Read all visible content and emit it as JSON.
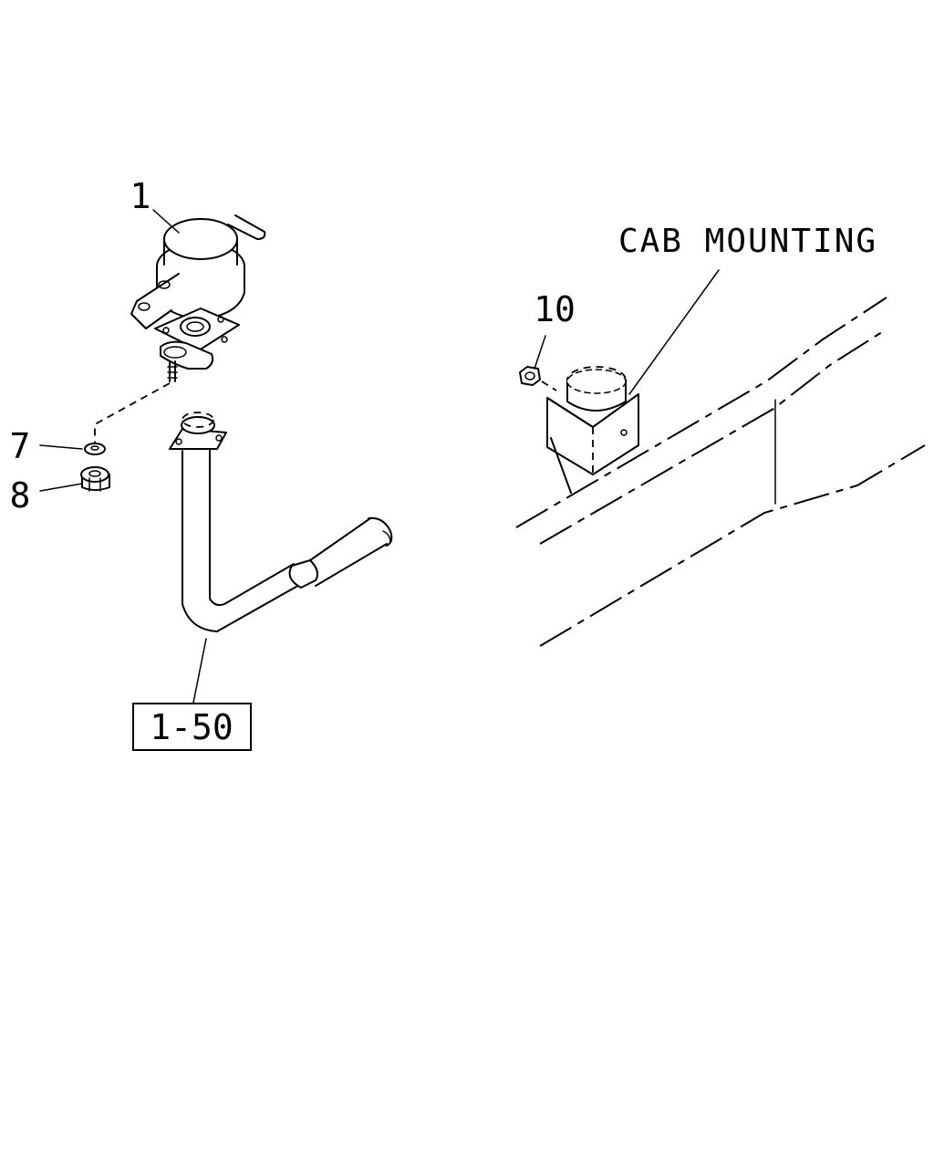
{
  "callouts": {
    "part_1": "1",
    "part_7": "7",
    "part_8": "8",
    "part_10": "10",
    "ref_box": "1-50",
    "cab_mounting": "CAB MOUNTING"
  }
}
